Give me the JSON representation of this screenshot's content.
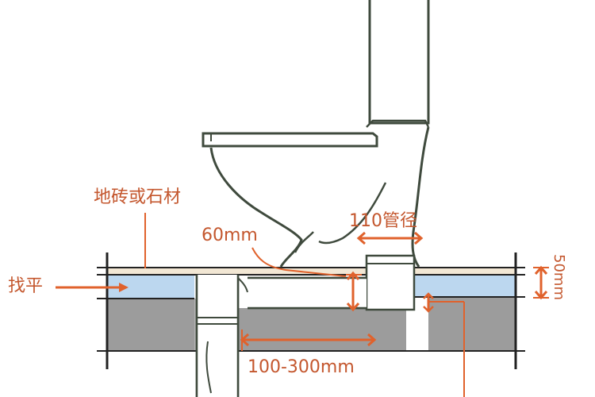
{
  "labels": {
    "floor_finish": "地砖或石材",
    "leveling": "找平",
    "gap": "60mm",
    "pipe_dia": "110管径",
    "thickness": "50mm",
    "offset": "100-300mm"
  },
  "colors": {
    "accent": "#e0622c",
    "label": "#c4572e",
    "outline": "#3f4a3d",
    "leveling_fill": "#bcd7ef",
    "slab_fill": "#9c9c9c",
    "tile_fill": "#f2e7d4"
  }
}
